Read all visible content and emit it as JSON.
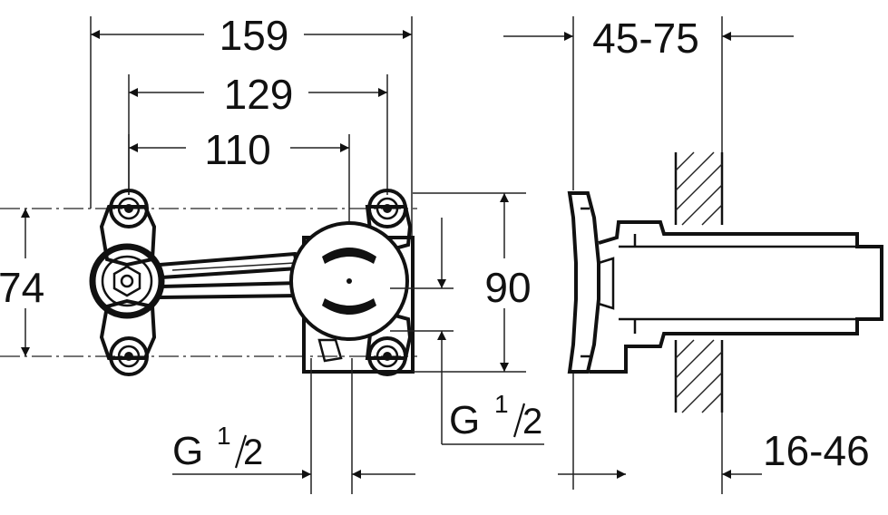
{
  "dimensions": {
    "width_159": "159",
    "width_129": "129",
    "width_110": "110",
    "depth_45_75": "45-75",
    "height_74": "74",
    "height_90": "90",
    "wall_16_46": "16-46"
  },
  "threads": {
    "thread_bottom": {
      "main": "G",
      "num": "1",
      "den": "2"
    },
    "thread_right": {
      "main": "G",
      "num": "1",
      "den": "2"
    }
  },
  "colors": {
    "line": "#111111",
    "background": "#ffffff"
  }
}
